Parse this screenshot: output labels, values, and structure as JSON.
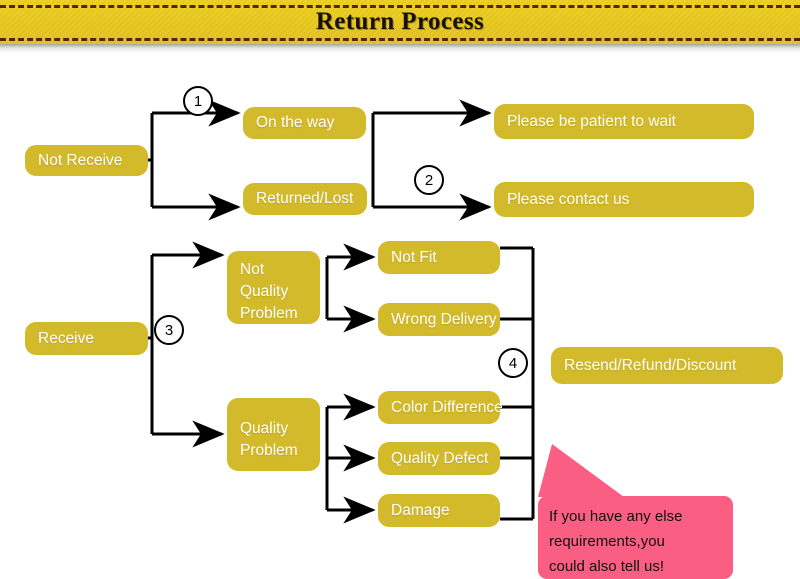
{
  "header": {
    "title": "Return Process",
    "banner_color": "#e6c71c",
    "dash_color": "#5d2008"
  },
  "theme": {
    "node_color": "#d3ba2a",
    "node_text_color": "#ffffff",
    "line_color": "#000000",
    "callout_color": "#fa5f83"
  },
  "diagram": {
    "nodes": {
      "not_receive": "Not Receive",
      "on_the_way": "On the way",
      "returned_lost": "Returned/Lost",
      "please_wait": "Please be patient to wait",
      "please_contact": "Please contact us",
      "receive": "Receive",
      "not_quality_problem_l1": "Not",
      "not_quality_problem_l2": "Quality",
      "not_quality_problem_l3": "Problem",
      "quality_problem_l1": "Quality",
      "quality_problem_l2": "Problem",
      "not_fit": "Not Fit",
      "wrong_delivery": "Wrong Delivery",
      "color_difference": "Color Difference",
      "quality_defect": "Quality Defect",
      "damage": "Damage",
      "resend_refund_discount": "Resend/Refund/Discount"
    },
    "steps": {
      "one": "1",
      "two": "2",
      "three": "3",
      "four": "4"
    },
    "callout": {
      "line1": "If you have any else",
      "line2": "requirements,you",
      "line3": "could also tell us!"
    }
  }
}
